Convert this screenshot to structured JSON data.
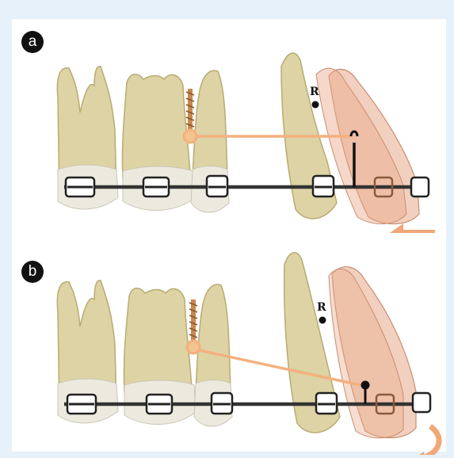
{
  "panels": [
    {
      "label": "a",
      "resistance_center_label": "R"
    },
    {
      "label": "b",
      "resistance_center_label": "R"
    }
  ],
  "colors": {
    "background": "#e6f1fa",
    "tooth": "#ddd3a4",
    "tooth_shadow": "#b8ab73",
    "archwire": "#333333",
    "force_element": "#f4b07e",
    "moved_tooth_overlay": "#e8a98a",
    "movement_arrow": "#f0a878"
  },
  "icons": {
    "mini_screw": "mini-screw-icon",
    "bracket": "bracket-icon",
    "translation_arrow": "arrow-left-icon",
    "rotation_arrow": "rotation-arrow-icon"
  }
}
